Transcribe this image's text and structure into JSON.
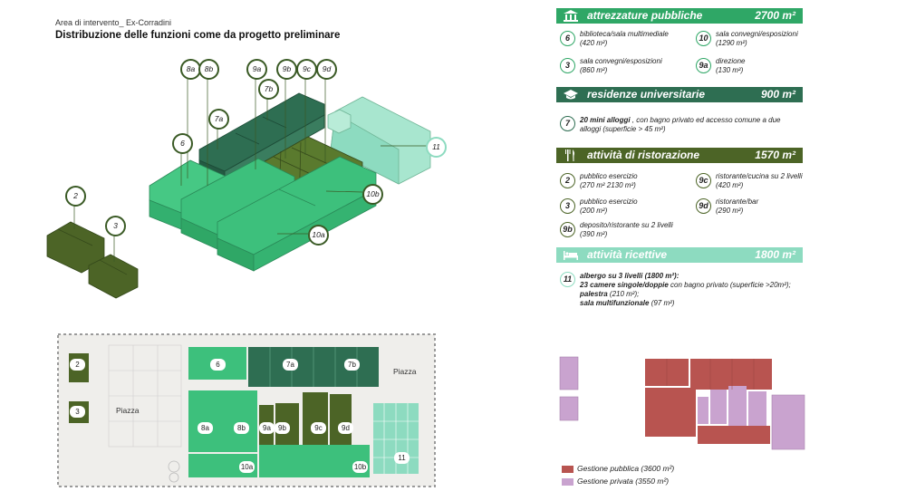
{
  "header": {
    "subtitle": "Area di intervento_ Ex-Corradini",
    "title": "Distribuzione delle funzioni come da progetto preliminare"
  },
  "colors": {
    "green_light": "#3dc07c",
    "green_dark": "#2e6e52",
    "olive": "#4c6426",
    "mint": "#8ddbc0",
    "red": "#b85450",
    "lilac": "#c9a3cf"
  },
  "sections": [
    {
      "title": "attrezzature pubbliche",
      "value": "2700 m²",
      "icon": "institution-icon"
    },
    {
      "title": "residenze universitarie",
      "value": "900 m²",
      "icon": "graduation-cap-icon"
    },
    {
      "title": "attività di ristorazione",
      "value": "1570 m²",
      "icon": "utensils-icon"
    },
    {
      "title": "attività ricettive",
      "value": "1800 m²",
      "icon": "bed-icon"
    }
  ],
  "attrezzature": [
    {
      "num": "6",
      "line1": "biblioteca/sala multimediale",
      "line2": "(420 m²)"
    },
    {
      "num": "10",
      "line1": "sala convegni/esposizioni",
      "line2": "(1290 m²)"
    },
    {
      "num": "3",
      "line1": "sala convegni/esposizioni",
      "line2": "(860 m²)"
    },
    {
      "num": "9a",
      "line1": "direzione",
      "line2": "(130 m²)"
    }
  ],
  "residenze": {
    "num": "7",
    "bold": "20 mini alloggi",
    "line1": " , con bagno privato ed accesso comune a due",
    "line2": "alloggi (superficie > 45 m²)"
  },
  "ristorazione": [
    {
      "num": "2",
      "line1": "pubblico esercizio",
      "line2": "(270 m² 2130 m²)"
    },
    {
      "num": "9c",
      "line1": "ristorante/cucina su 2 livelli",
      "line2": "(420 m²)"
    },
    {
      "num": "3",
      "line1": "pubblico esercizio",
      "line2": "(200 m²)"
    },
    {
      "num": "9d",
      "line1": "ristorante/bar",
      "line2": "(290 m²)"
    },
    {
      "num": "9b",
      "line1": "deposito/ristorante su 2 livelli",
      "line2": "(390 m²)"
    }
  ],
  "ricettive": {
    "num": "11",
    "line1": "albergo su 3 livelli (1800 m²):",
    "line2a": "23 camere singole/doppie",
    "line2b": " con bagno privato (superficie >20m²);",
    "line3a": "palestra",
    "line3b": " (210 m²);",
    "line4a": "sala multifunzionale",
    "line4b": " (97 m²)"
  },
  "axo_labels": [
    "8a",
    "8b",
    "9a",
    "9b",
    "9c",
    "9d",
    "7b",
    "7a",
    "6",
    "11",
    "10b",
    "10a",
    "2",
    "3"
  ],
  "plan_labels": [
    "2",
    "6",
    "7a",
    "7b",
    "3",
    "8a",
    "8b",
    "9a",
    "9b",
    "9c",
    "9d",
    "10a",
    "10b",
    "11"
  ],
  "plan_text": {
    "piazza_left": "Piazza",
    "piazza_right": "Piazza"
  },
  "legend": [
    {
      "label": "Gestione pubblica (3600 m²)",
      "color": "#b85450"
    },
    {
      "label": "Gestione privata (3550 m²)",
      "color": "#c9a3cf"
    }
  ]
}
